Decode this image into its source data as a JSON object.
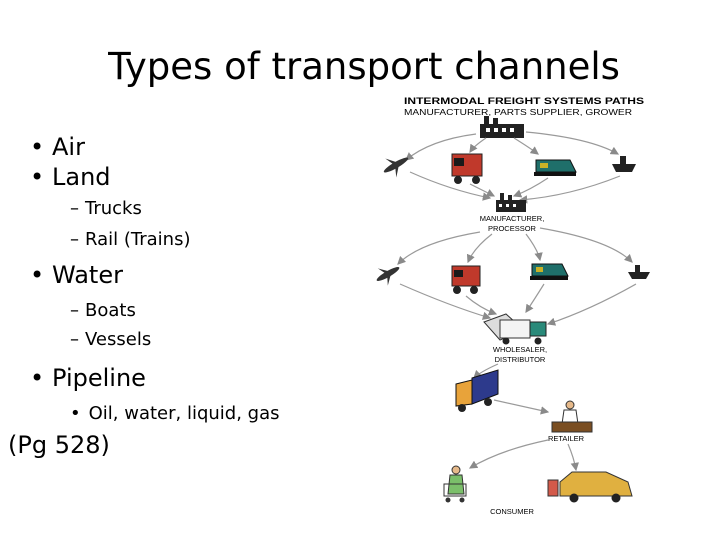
{
  "slide": {
    "title": "Types of transport channels",
    "bullets": {
      "air": "Air",
      "land": "Land",
      "trucks": "Trucks",
      "rail": "Rail (Trains)",
      "water": "Water",
      "boats": "Boats",
      "vessels": "Vessels",
      "pipeline": "Pipeline",
      "pipeline_detail": "Oil, water, liquid, gas"
    },
    "page_ref": "(Pg 528)"
  },
  "diagram": {
    "header_line1": "INTERMODAL FREIGHT SYSTEMS PATHS",
    "header_line2": "MANUFACTURER, PARTS SUPPLIER, GROWER",
    "processor_line1": "MANUFACTURER,",
    "processor_line2": "PROCESSOR",
    "wholesaler_line1": "WHOLESALER,",
    "wholesaler_line2": "DISTRIBUTOR",
    "retailer": "RETAILER",
    "consumer": "CONSUMER"
  },
  "colors": {
    "truck": "#c0392b",
    "train": "#1f6f6a",
    "box_truck": "#2d3a8c",
    "arrow": "#9a9a9a",
    "car": "#e0b040"
  }
}
